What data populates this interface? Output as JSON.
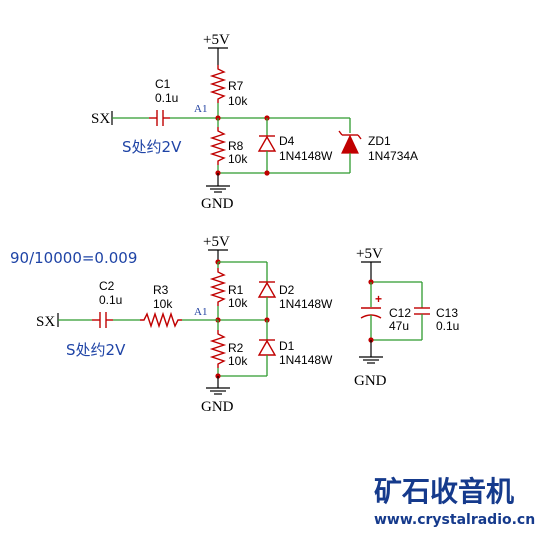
{
  "nets": {
    "vcc": "+5V",
    "gnd": "GND",
    "sx": "SX",
    "node_a1": "A1"
  },
  "notes": {
    "bias_top": "S处约2V",
    "bias_bottom": "S处约2V",
    "ratio": "90/10000=0.009"
  },
  "components": {
    "C1": {
      "ref": "C1",
      "value": "0.1u"
    },
    "R7": {
      "ref": "R7",
      "value": "10k"
    },
    "R8": {
      "ref": "R8",
      "value": "10k"
    },
    "D4": {
      "ref": "D4",
      "value": "1N4148W"
    },
    "ZD1": {
      "ref": "ZD1",
      "value": "1N4734A"
    },
    "C2": {
      "ref": "C2",
      "value": "0.1u"
    },
    "R3": {
      "ref": "R3",
      "value": "10k"
    },
    "R1": {
      "ref": "R1",
      "value": "10k"
    },
    "R2": {
      "ref": "R2",
      "value": "10k"
    },
    "D2": {
      "ref": "D2",
      "value": "1N4148W"
    },
    "D1": {
      "ref": "D1",
      "value": "1N4148W"
    },
    "C12": {
      "ref": "C12",
      "value": "47u",
      "polarity": "+"
    },
    "C13": {
      "ref": "C13",
      "value": "0.1u"
    }
  },
  "watermark": {
    "logo": "矿石收音机",
    "url": "www.crystalradio.cn"
  },
  "colors": {
    "wire": "#2f9a2f",
    "component": "#c00000",
    "note": "#1f44a6",
    "logo": "#153a8c"
  }
}
